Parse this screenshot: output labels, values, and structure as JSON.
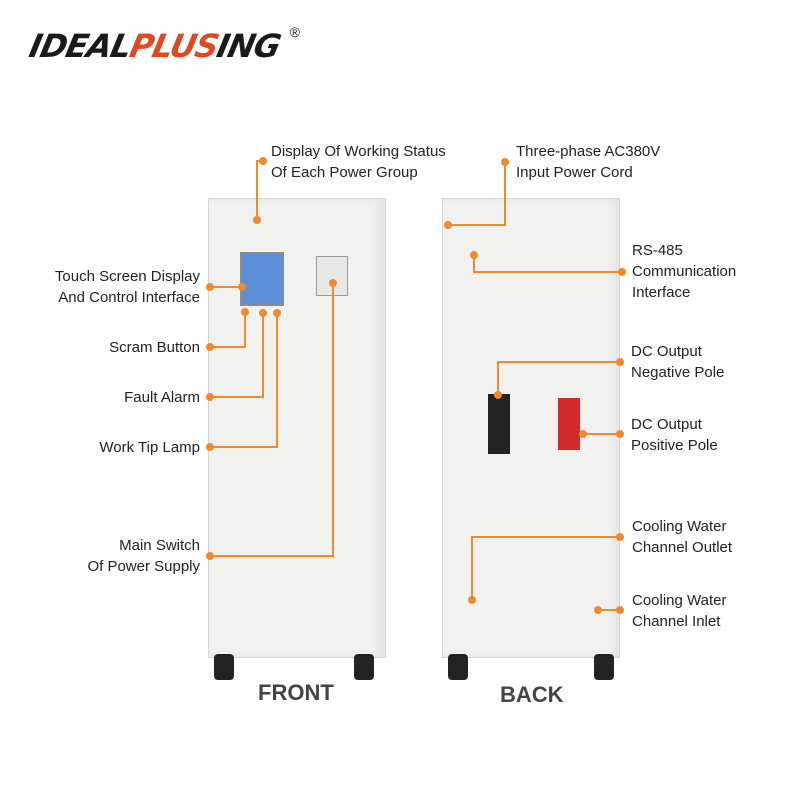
{
  "brand": {
    "part1": "IDEAL",
    "part2": "PLUS",
    "part3": "ING",
    "registered": "®"
  },
  "colors": {
    "accent": "#f08a2e",
    "brand_red": "#e04a22"
  },
  "front": {
    "title": "FRONT",
    "labels": {
      "status": [
        "Display Of Working Status",
        "Of Each Power Group"
      ],
      "touch": [
        "Touch Screen Display",
        "And Control Interface"
      ],
      "scram": "Scram Button",
      "fault": "Fault Alarm",
      "lamp": "Work Tip Lamp",
      "main": [
        "Main Switch",
        "Of Power Supply"
      ]
    }
  },
  "back": {
    "title": "BACK",
    "labels": {
      "power": [
        "Three-phase AC380V",
        "Input Power Cord"
      ],
      "rs485": [
        "RS-485",
        "Communication",
        "Interface"
      ],
      "neg": [
        "DC Output",
        "Negative Pole"
      ],
      "pos": [
        "DC Output",
        "Positive Pole"
      ],
      "outlet": [
        "Cooling Water",
        "Channel Outlet"
      ],
      "inlet": [
        "Cooling Water",
        "Channel Inlet"
      ]
    }
  }
}
